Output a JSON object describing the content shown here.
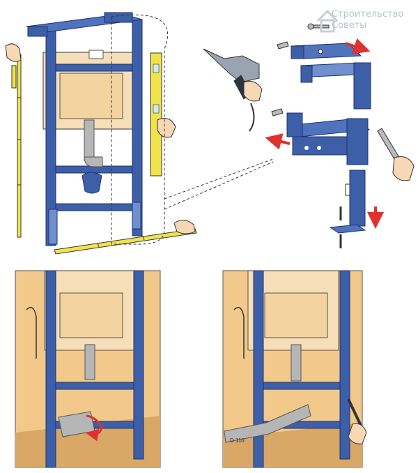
{
  "watermark": {
    "line1": "Строительство",
    "line2": "Советы"
  },
  "colors": {
    "frame": "#3d5fa8",
    "frame_outline": "#1f3270",
    "tank": "#f6dfb8",
    "wall": "#f2c98a",
    "floor": "#d9a766",
    "level": "#f1e34a",
    "pipe": "#b6b6b6",
    "arrow": "#e03030"
  },
  "icons": {
    "watermark": "house-icon",
    "drill": "drill-icon",
    "wrench": "wrench-icon",
    "level": "spirit-level-icon",
    "ruler": "folding-ruler-icon"
  },
  "pipe_label": "D 110"
}
